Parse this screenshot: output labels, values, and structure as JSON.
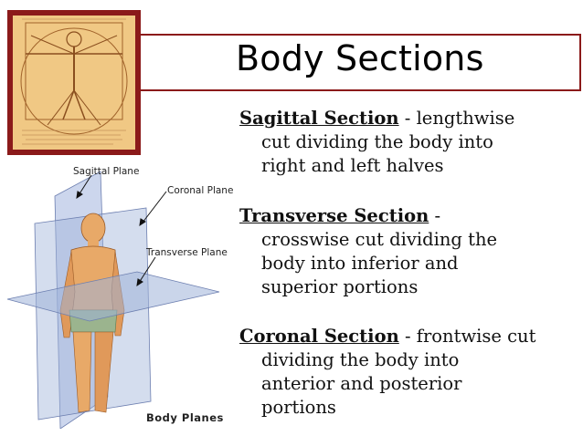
{
  "title": "Body Sections",
  "sections": [
    {
      "term": "Sagittal Section",
      "lines": [
        " - lengthwise",
        "cut dividing the body into",
        "right and left halves"
      ]
    },
    {
      "term": "Transverse Section",
      "lines": [
        " -",
        "crosswise cut dividing the",
        "body into inferior and",
        "superior portions"
      ]
    },
    {
      "term": "Coronal Section",
      "lines": [
        " - frontwise cut",
        "dividing the body into",
        "anterior and posterior",
        "portions"
      ]
    }
  ],
  "diagram": {
    "sagittal_label": "Sagittal Plane",
    "coronal_label": "Coronal Plane",
    "transverse_label": "Transverse Plane",
    "caption": "Body Planes"
  },
  "colors": {
    "accent": "#8b1a1a",
    "plane_blue": "#9fb3d9",
    "skin": "#e8a968"
  }
}
